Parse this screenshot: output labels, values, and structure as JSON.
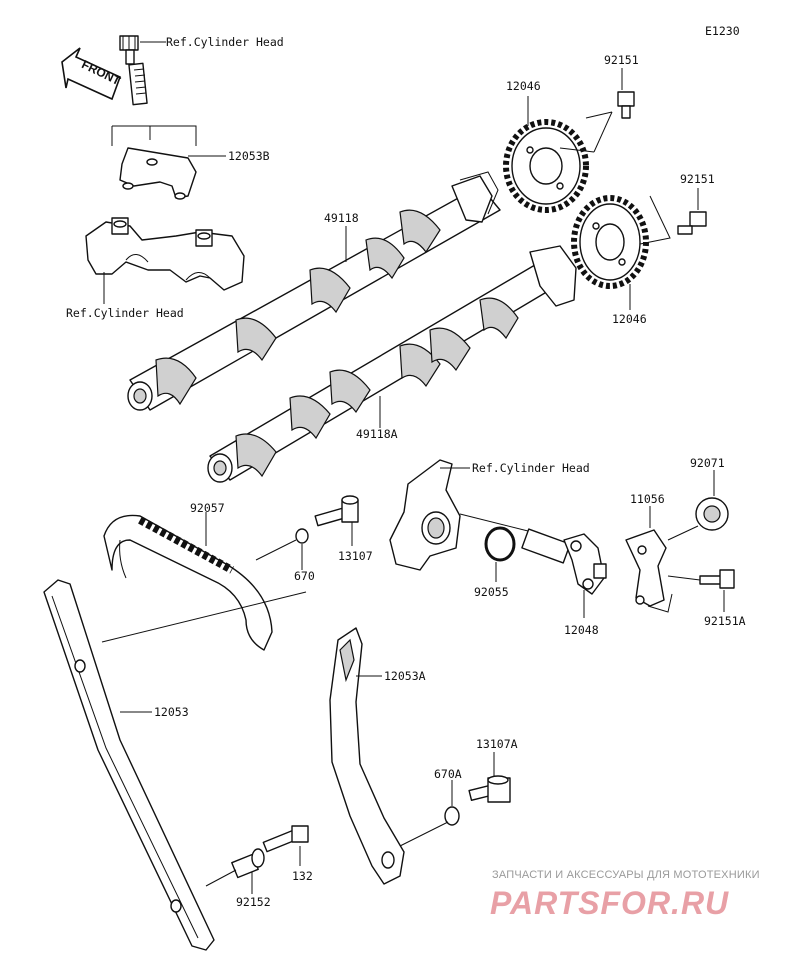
{
  "diagram_code": "E1230",
  "front_label": "FRONT",
  "refs": {
    "ref_top": "Ref.Cylinder Head",
    "ref_left": "Ref.Cylinder Head",
    "ref_mid": "Ref.Cylinder Head"
  },
  "parts": {
    "p12053B": "12053B",
    "p12046_top": "12046",
    "p92151_top": "92151",
    "p92151_mid": "92151",
    "p49118": "49118",
    "p12046_mid": "12046",
    "p49118A": "49118A",
    "p92057": "92057",
    "p13107": "13107",
    "p670": "670",
    "p92055": "92055",
    "p12048": "12048",
    "p92071": "92071",
    "p11056": "11056",
    "p92151A": "92151A",
    "p12053A": "12053A",
    "p12053": "12053",
    "p13107A": "13107A",
    "p670A": "670A",
    "p132": "132",
    "p92152": "92152"
  },
  "watermark": {
    "caption": "ЗАПЧАСТИ И АКСЕССУАРЫ ДЛЯ МОТОТЕХНИКИ",
    "logo": "PARTSFOR.RU"
  }
}
